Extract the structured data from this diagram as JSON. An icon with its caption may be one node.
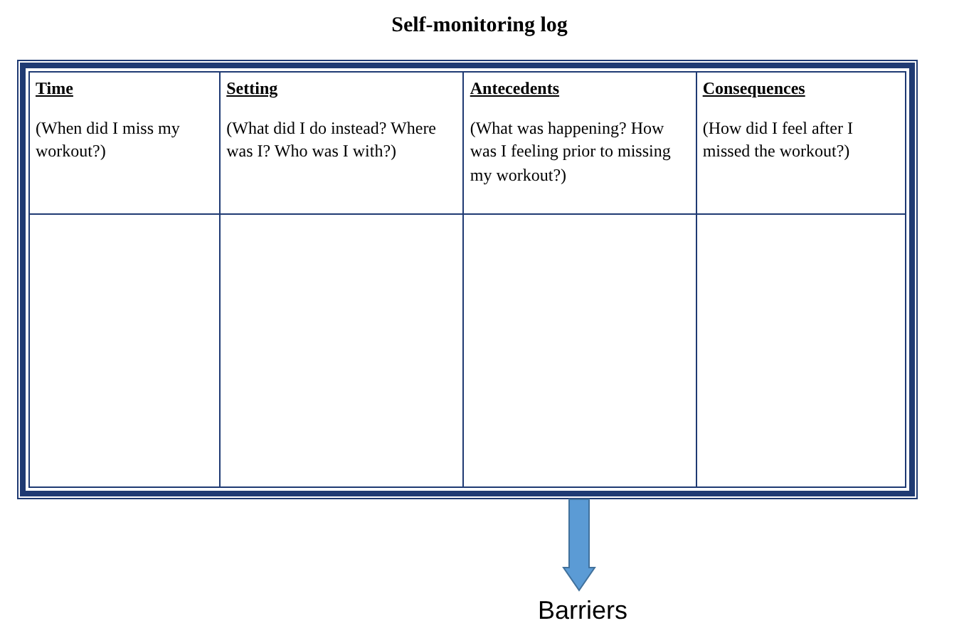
{
  "diagram": {
    "title": "Self-monitoring log",
    "nodes": [
      {
        "text": [],
        "shape": "box"
      },
      {
        "text": [
          "Barriers"
        ]
      }
    ],
    "edges": [
      {
        "from": 0,
        "to": 1,
        "arrow": "to"
      }
    ],
    "labels": [
      "Time",
      "(When did I miss my workout?)",
      "Setting",
      "(What did I do instead? Where was I? Who was I with?)",
      "Antecedents",
      "(What was happening? How was I feeling prior to missing my workout?)",
      "Consequences",
      "(How did I feel after I missed the workout?)"
    ]
  }
}
